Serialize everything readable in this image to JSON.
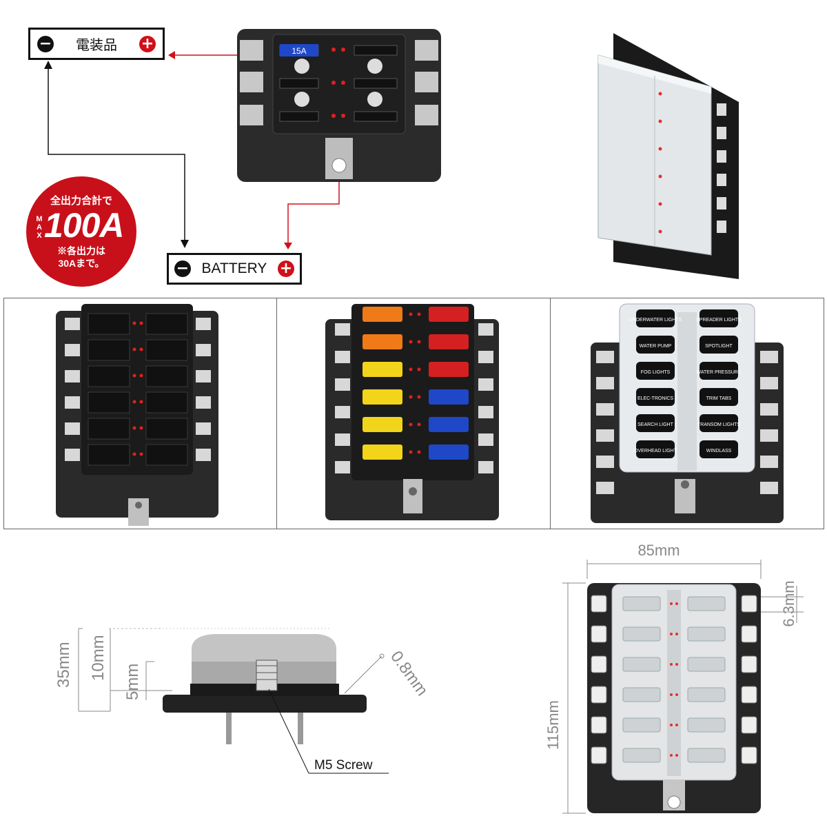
{
  "top_left": {
    "load_label": "電装品",
    "battery_label": "BATTERY",
    "fuse_rating": "15A",
    "badge": {
      "line1": "全出力合計で",
      "max": "MAX",
      "amps": "100A",
      "line3": "※各出力は",
      "line4": "30Aまで。"
    }
  },
  "cover_labels": {
    "left": [
      "UNDERWATER LIGHTS",
      "WATER PUMP",
      "FOG LIGHTS",
      "ELEC-TRONICS",
      "SEARCH LIGHT",
      "OVERHEAD LIGHT"
    ],
    "right": [
      "SPREADER LIGHTS",
      "SPOTLIGHT",
      "WATER PRESSURE",
      "TRIM TABS",
      "TRANSOM LIGHTS",
      "WINDLASS"
    ]
  },
  "dimensions": {
    "side": {
      "total_height": "35mm",
      "cover_height": "10mm",
      "base_height": "5mm",
      "gap": "0.8mm",
      "screw": "M5 Screw"
    },
    "top": {
      "width": "85mm",
      "height": "115mm",
      "terminal": "6.3mm"
    }
  },
  "colors": {
    "accent_red": "#d0101a",
    "body": "#2b2b2b",
    "fuse_orange": "#f07a18",
    "fuse_red": "#d42020",
    "fuse_yellow": "#f2d41a",
    "fuse_blue": "#1f48c8"
  }
}
